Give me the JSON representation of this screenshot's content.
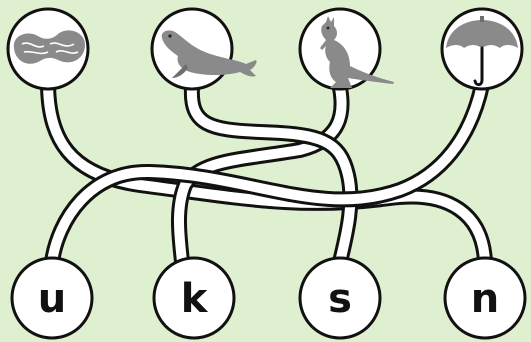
{
  "puzzle": {
    "pictures": [
      {
        "id": "peanut",
        "icon": "peanut-icon",
        "connects_to": "n"
      },
      {
        "id": "seal",
        "icon": "seal-icon",
        "connects_to": "s"
      },
      {
        "id": "kangaroo",
        "icon": "kangaroo-icon",
        "connects_to": "k"
      },
      {
        "id": "umbrella",
        "icon": "umbrella-icon",
        "connects_to": "u"
      }
    ],
    "letters": [
      {
        "id": "u",
        "text": "u"
      },
      {
        "id": "k",
        "text": "k"
      },
      {
        "id": "s",
        "text": "s"
      },
      {
        "id": "n",
        "text": "n"
      }
    ]
  },
  "colors": {
    "background": "#dff0d0",
    "picture_gray": "#8a8a8a",
    "outline": "#111111"
  }
}
